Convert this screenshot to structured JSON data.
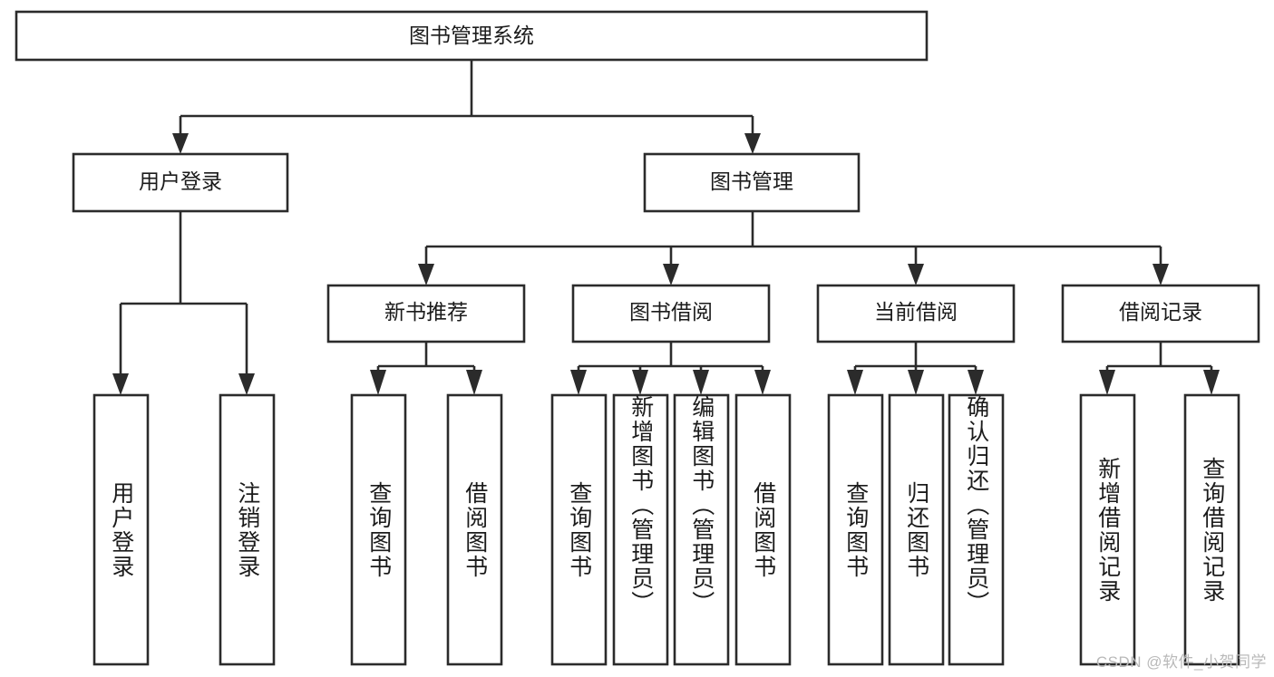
{
  "title": "图书管理系统",
  "watermark": "CSDN @软件_小贺同学",
  "diagram": {
    "type": "tree",
    "orientation": "top-down",
    "root": {
      "id": "root",
      "label": "图书管理系统",
      "level": 1
    },
    "level2": [
      {
        "id": "user-login",
        "label": "用户登录",
        "level": 2
      },
      {
        "id": "book-manage",
        "label": "图书管理",
        "level": 2
      }
    ],
    "level3": [
      {
        "id": "new-book-recommend",
        "label": "新书推荐",
        "level": 3,
        "parent": "book-manage"
      },
      {
        "id": "book-borrow",
        "label": "图书借阅",
        "level": 3,
        "parent": "book-manage"
      },
      {
        "id": "current-borrow",
        "label": "当前借阅",
        "level": 3,
        "parent": "book-manage"
      },
      {
        "id": "borrow-record",
        "label": "借阅记录",
        "level": 3,
        "parent": "book-manage"
      }
    ],
    "leaves": [
      {
        "id": "leaf-user-login",
        "label": "用户登录",
        "parent": "user-login"
      },
      {
        "id": "leaf-user-logout",
        "label": "注销登录",
        "parent": "user-login"
      },
      {
        "id": "leaf-query-book-rec",
        "label": "查询图书",
        "parent": "new-book-recommend"
      },
      {
        "id": "leaf-borrow-book-rec",
        "label": "借阅图书",
        "parent": "new-book-recommend"
      },
      {
        "id": "leaf-query-book-brw",
        "label": "查询图书",
        "parent": "book-borrow"
      },
      {
        "id": "leaf-add-book",
        "label": "新增图书（管理员）",
        "parent": "book-borrow"
      },
      {
        "id": "leaf-edit-book",
        "label": "编辑图书（管理员）",
        "parent": "book-borrow"
      },
      {
        "id": "leaf-borrow-book-brw",
        "label": "借阅图书",
        "parent": "book-borrow"
      },
      {
        "id": "leaf-query-book-cur",
        "label": "查询图书",
        "parent": "current-borrow"
      },
      {
        "id": "leaf-return-book",
        "label": "归还图书",
        "parent": "current-borrow"
      },
      {
        "id": "leaf-confirm-return",
        "label": "确认归还（管理员）",
        "parent": "current-borrow"
      },
      {
        "id": "leaf-add-record",
        "label": "新增借阅记录",
        "parent": "borrow-record"
      },
      {
        "id": "leaf-query-record",
        "label": "查询借阅记录",
        "parent": "borrow-record"
      }
    ],
    "colors": {
      "stroke": "#2b2b2b",
      "fill": "#ffffff",
      "text": "#1b1b1b",
      "watermark": "#b9b9b9",
      "background": "#ffffff"
    }
  }
}
